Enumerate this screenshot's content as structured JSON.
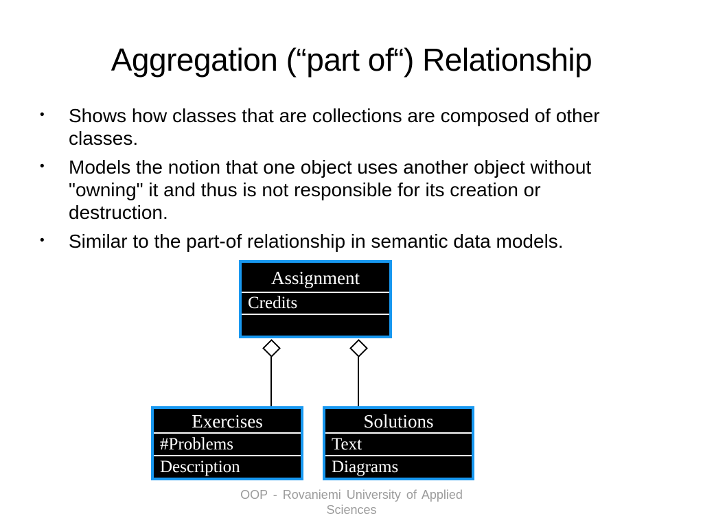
{
  "slide": {
    "title": "Aggregation (“part of“) Relationship",
    "bullet_char": "•",
    "bullets": [
      "Shows how classes that are collections are composed of other classes.",
      "Models the notion that one object uses another object without \"owning\" it and thus is not responsible for its creation or destruction.",
      "Similar to the part-of relationship in semantic data models."
    ],
    "footer": "OOP - Rovaniemi University of Applied Sciences"
  },
  "diagram": {
    "type": "uml-class-aggregation",
    "parent": {
      "name": "Assignment",
      "attributes": [
        "Credits"
      ]
    },
    "children": [
      {
        "name": "Exercises",
        "attributes": [
          "#Problems",
          "Description"
        ]
      },
      {
        "name": "Solutions",
        "attributes": [
          "Text",
          "Diagrams"
        ]
      }
    ],
    "colors": {
      "box_border": "#1898F0",
      "box_fill": "#000000",
      "box_text": "#FFFFFF",
      "divider": "#FFFFFF",
      "footer_text": "#9B9B9B",
      "body_text": "#000000"
    }
  }
}
